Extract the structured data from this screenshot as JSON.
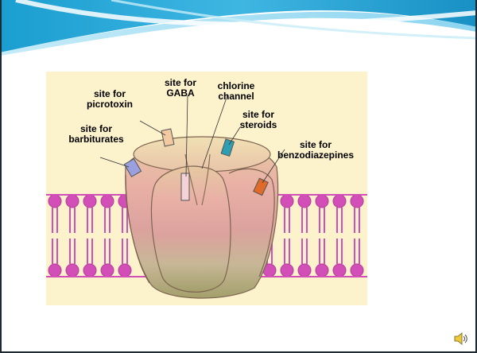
{
  "slide": {
    "labels": {
      "gaba_line1": "site for",
      "gaba_line2": "GABA",
      "picrotoxin_line1": "site for",
      "picrotoxin_line2": "picrotoxin",
      "chlorine_line1": "chlorine",
      "chlorine_line2": "channel",
      "steroids_line1": "site for",
      "steroids_line2": "steroids",
      "barbiturates_line1": "site for",
      "barbiturates_line2": "barbiturates",
      "benzodiazepines_line1": "site for",
      "benzodiazepines_line2": "benzodiazepines"
    },
    "icons": {
      "audio": "speaker-icon"
    },
    "colors": {
      "figure_background": "#fcf2cc",
      "membrane": "#d24fb8",
      "receptor": "#e5a0a3",
      "header_swoosh_dark": "#1a9ed0",
      "header_swoosh_light": "#9fdcf1"
    }
  }
}
